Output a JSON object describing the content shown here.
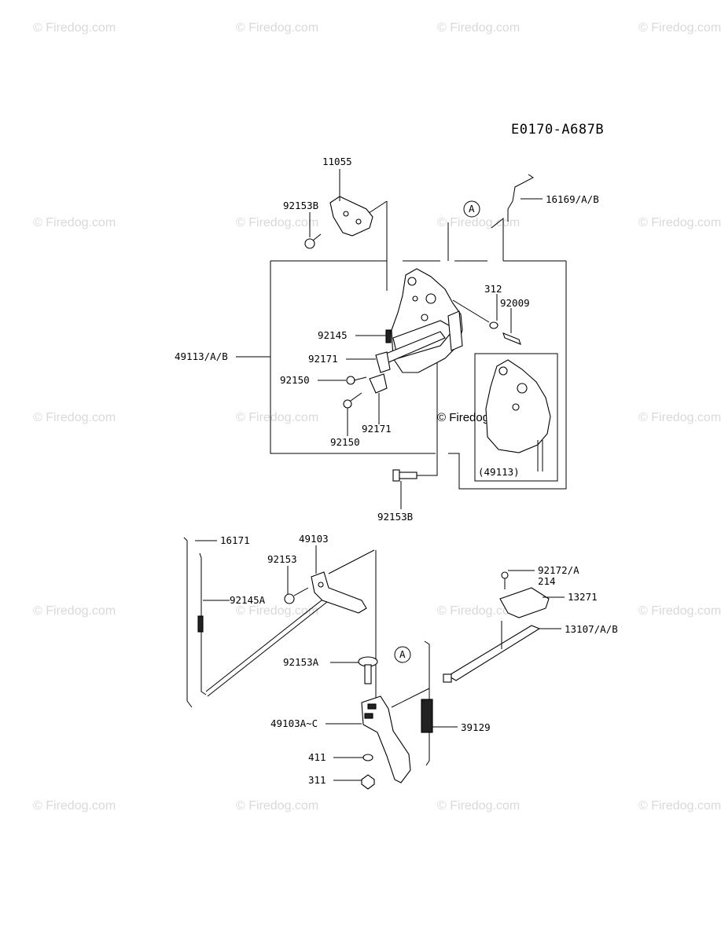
{
  "diagram_code": "E0170-A687B",
  "watermark": "© Firedog.com",
  "callouts": {
    "a1": "A",
    "a2": "A"
  },
  "labels": {
    "p11055": "11055",
    "p92153B_top": "92153B",
    "p16169": "16169/A/B",
    "p312": "312",
    "p92009": "92009",
    "p92145": "92145",
    "p49113AB": "49113/A/B",
    "p92171_a": "92171",
    "p92150_a": "92150",
    "p92150_b": "92150",
    "p92171_b": "92171",
    "p49113": "(49113)",
    "p92153B_bottom": "92153B",
    "p16171": "16171",
    "p49103": "49103",
    "p92153": "92153",
    "p92145A": "92145A",
    "p92172A": "92172/A",
    "p214": "214",
    "p13271": "13271",
    "p13107": "13107/A/B",
    "p92153A": "92153A",
    "p49103AC": "49103A~C",
    "p39129": "39129",
    "p411": "411",
    "p311": "311"
  }
}
